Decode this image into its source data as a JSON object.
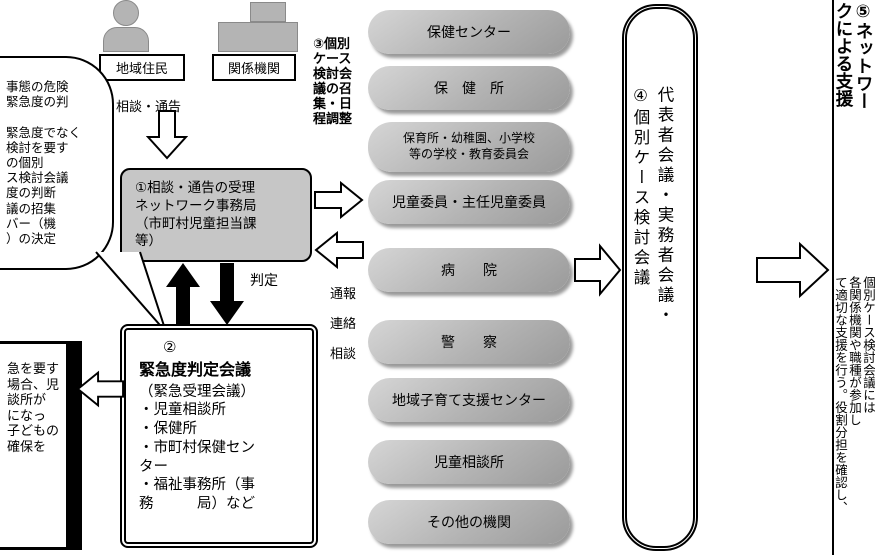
{
  "sources": {
    "residents": "地域住民",
    "agencies": "関係機関",
    "consult_notice": "相談・通告"
  },
  "callout": {
    "text": "事態の危険\n緊急度の判\n\n緊急度でなく\n検討を要す\nの個別\nス検討会議\n度の判断\n議の招集\nバー（機\n）の決定"
  },
  "step1": {
    "text": "①相談・通告の受理\nネットワーク事務局\n（市町村児童担当課\n等）"
  },
  "step3_label": "③個別ケース検討会議の召集・日程調整",
  "judgement_label": "判定",
  "relay": {
    "report": "通報",
    "contact": "連絡",
    "consult": "相談"
  },
  "organs": [
    "保健センター",
    "保　健　所",
    "保育所・幼稚園、小学校\n等の学校・教育委員会",
    "児童委員・主任児童委員",
    "病　　院",
    "警　　察",
    "地域子育て支援センター",
    "児童相談所",
    "その他の機関"
  ],
  "step2": {
    "number": "②",
    "title": "緊急度判定会議",
    "subtitle": "（緊急受理会議）",
    "members": "・児童相談所\n・保健所\n・市町村保健セン\nター\n・福祉事務所（事\n務　　　局）など"
  },
  "emergency_note": {
    "text": "急を要す\n場合、児\n談所が\nになっ\n子どもの\n確保を"
  },
  "step4": {
    "text": "代表者会議・実務者会議・\n④個別ケース検討会議"
  },
  "step5": {
    "heading": "⑤ネットワークによる支援",
    "body": "個別ケース検討会議には\n各関係機関や職種が参加し\nて適切な支援を行う。役割分担を確認し、\n子どもに対して適切な保護を図る。"
  },
  "colors": {
    "shape_gray": "#b4b4b4",
    "box_gray": "#c6c6c6",
    "shadow_gray": "#9a9a9a"
  }
}
